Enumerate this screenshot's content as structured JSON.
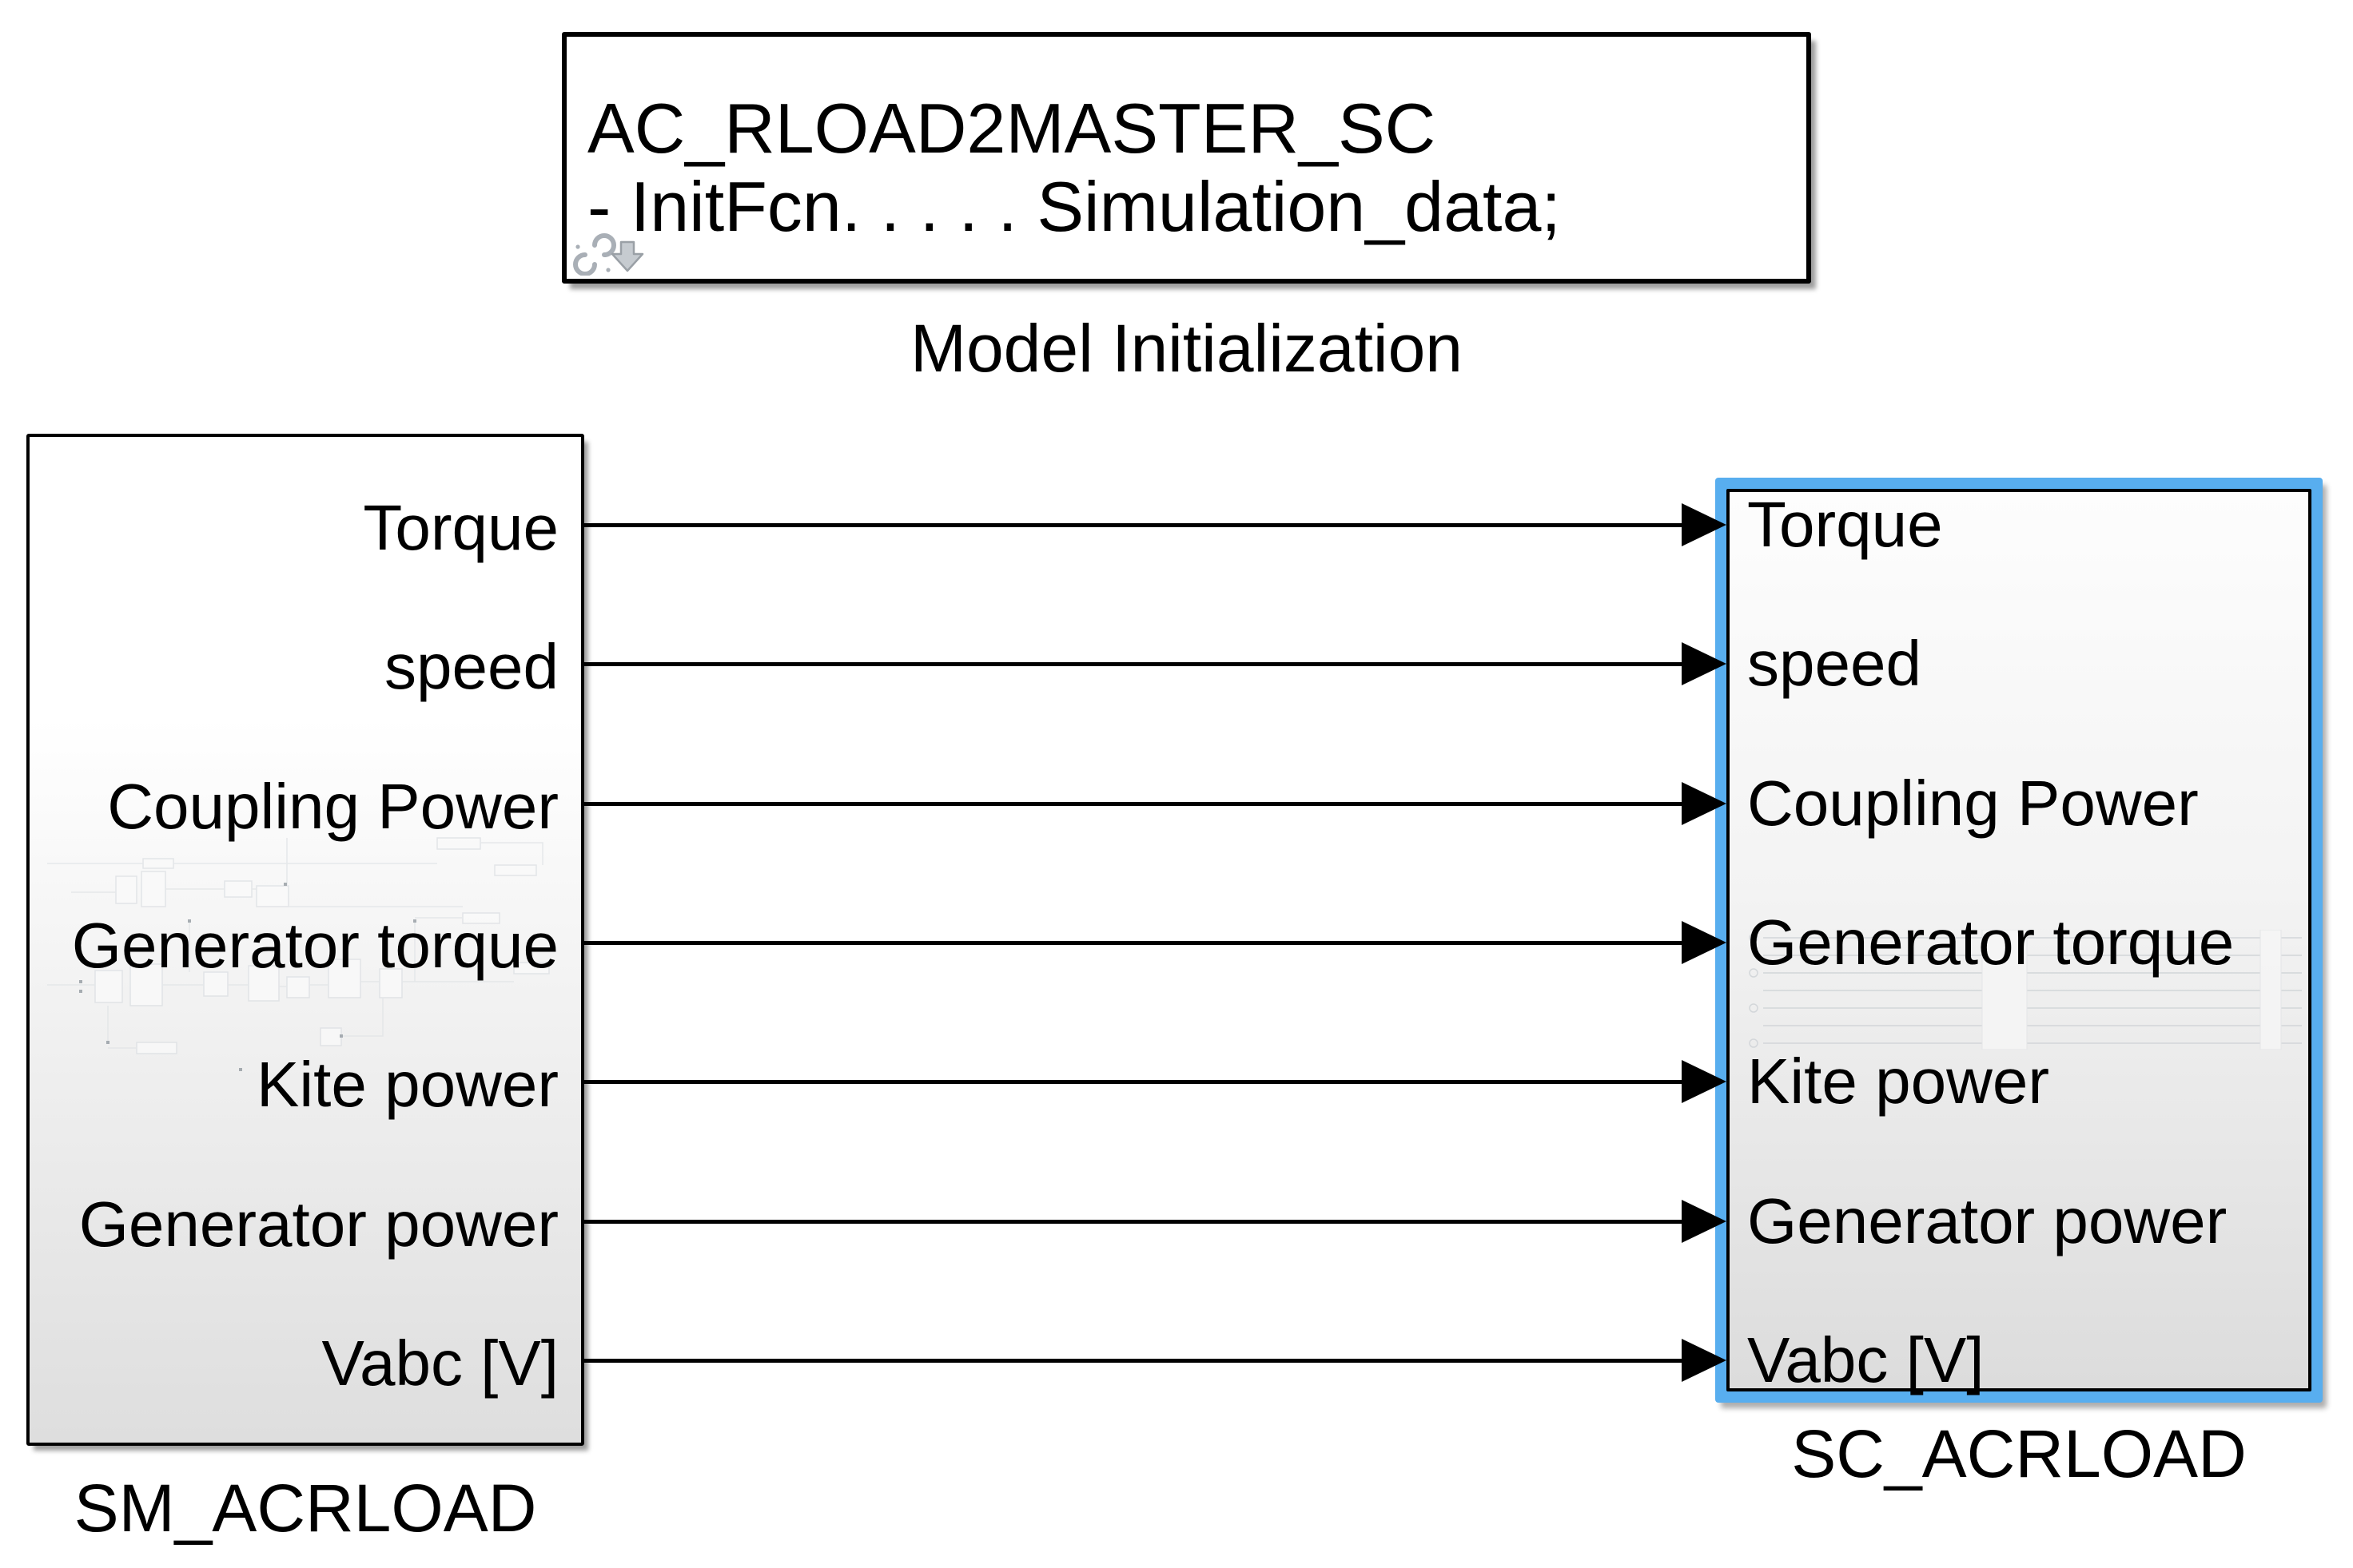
{
  "colors": {
    "selection_highlight": "#58aeef",
    "block_border": "#000000",
    "wire": "#000000",
    "badge_gray": "#aeb4ba",
    "block_fill_bottom": "#dedede",
    "background": "#ffffff"
  },
  "init_block": {
    "code_line1": "AC_RLOAD2MASTER_SC",
    "code_line2": "- InitFcn. . . . . Simulation_data;",
    "caption": "Model Initialization",
    "badges": [
      "library-link-broken-icon",
      "collapse-down-arrow-icon"
    ]
  },
  "blocks": {
    "left": {
      "name": "SM_ACRLOAD",
      "type": "subsystem",
      "selected": false,
      "ports": [
        "Torque",
        "speed",
        "Coupling Power",
        "Generator torque",
        "Kite power",
        "Generator power",
        "Vabc [V]"
      ]
    },
    "right": {
      "name": "SC_ACRLOAD",
      "type": "subsystem",
      "selected": true,
      "ports": [
        "Torque",
        "speed",
        "Coupling Power",
        "Generator torque",
        "Kite power",
        "Generator power",
        "Vabc [V]"
      ]
    }
  },
  "connections": [
    {
      "from": "SM_ACRLOAD/Torque",
      "to": "SC_ACRLOAD/Torque"
    },
    {
      "from": "SM_ACRLOAD/speed",
      "to": "SC_ACRLOAD/speed"
    },
    {
      "from": "SM_ACRLOAD/Coupling Power",
      "to": "SC_ACRLOAD/Coupling Power"
    },
    {
      "from": "SM_ACRLOAD/Generator torque",
      "to": "SC_ACRLOAD/Generator torque"
    },
    {
      "from": "SM_ACRLOAD/Kite power",
      "to": "SC_ACRLOAD/Kite power"
    },
    {
      "from": "SM_ACRLOAD/Generator power",
      "to": "SC_ACRLOAD/Generator power"
    },
    {
      "from": "SM_ACRLOAD/Vabc [V]",
      "to": "SC_ACRLOAD/Vabc [V]"
    }
  ]
}
